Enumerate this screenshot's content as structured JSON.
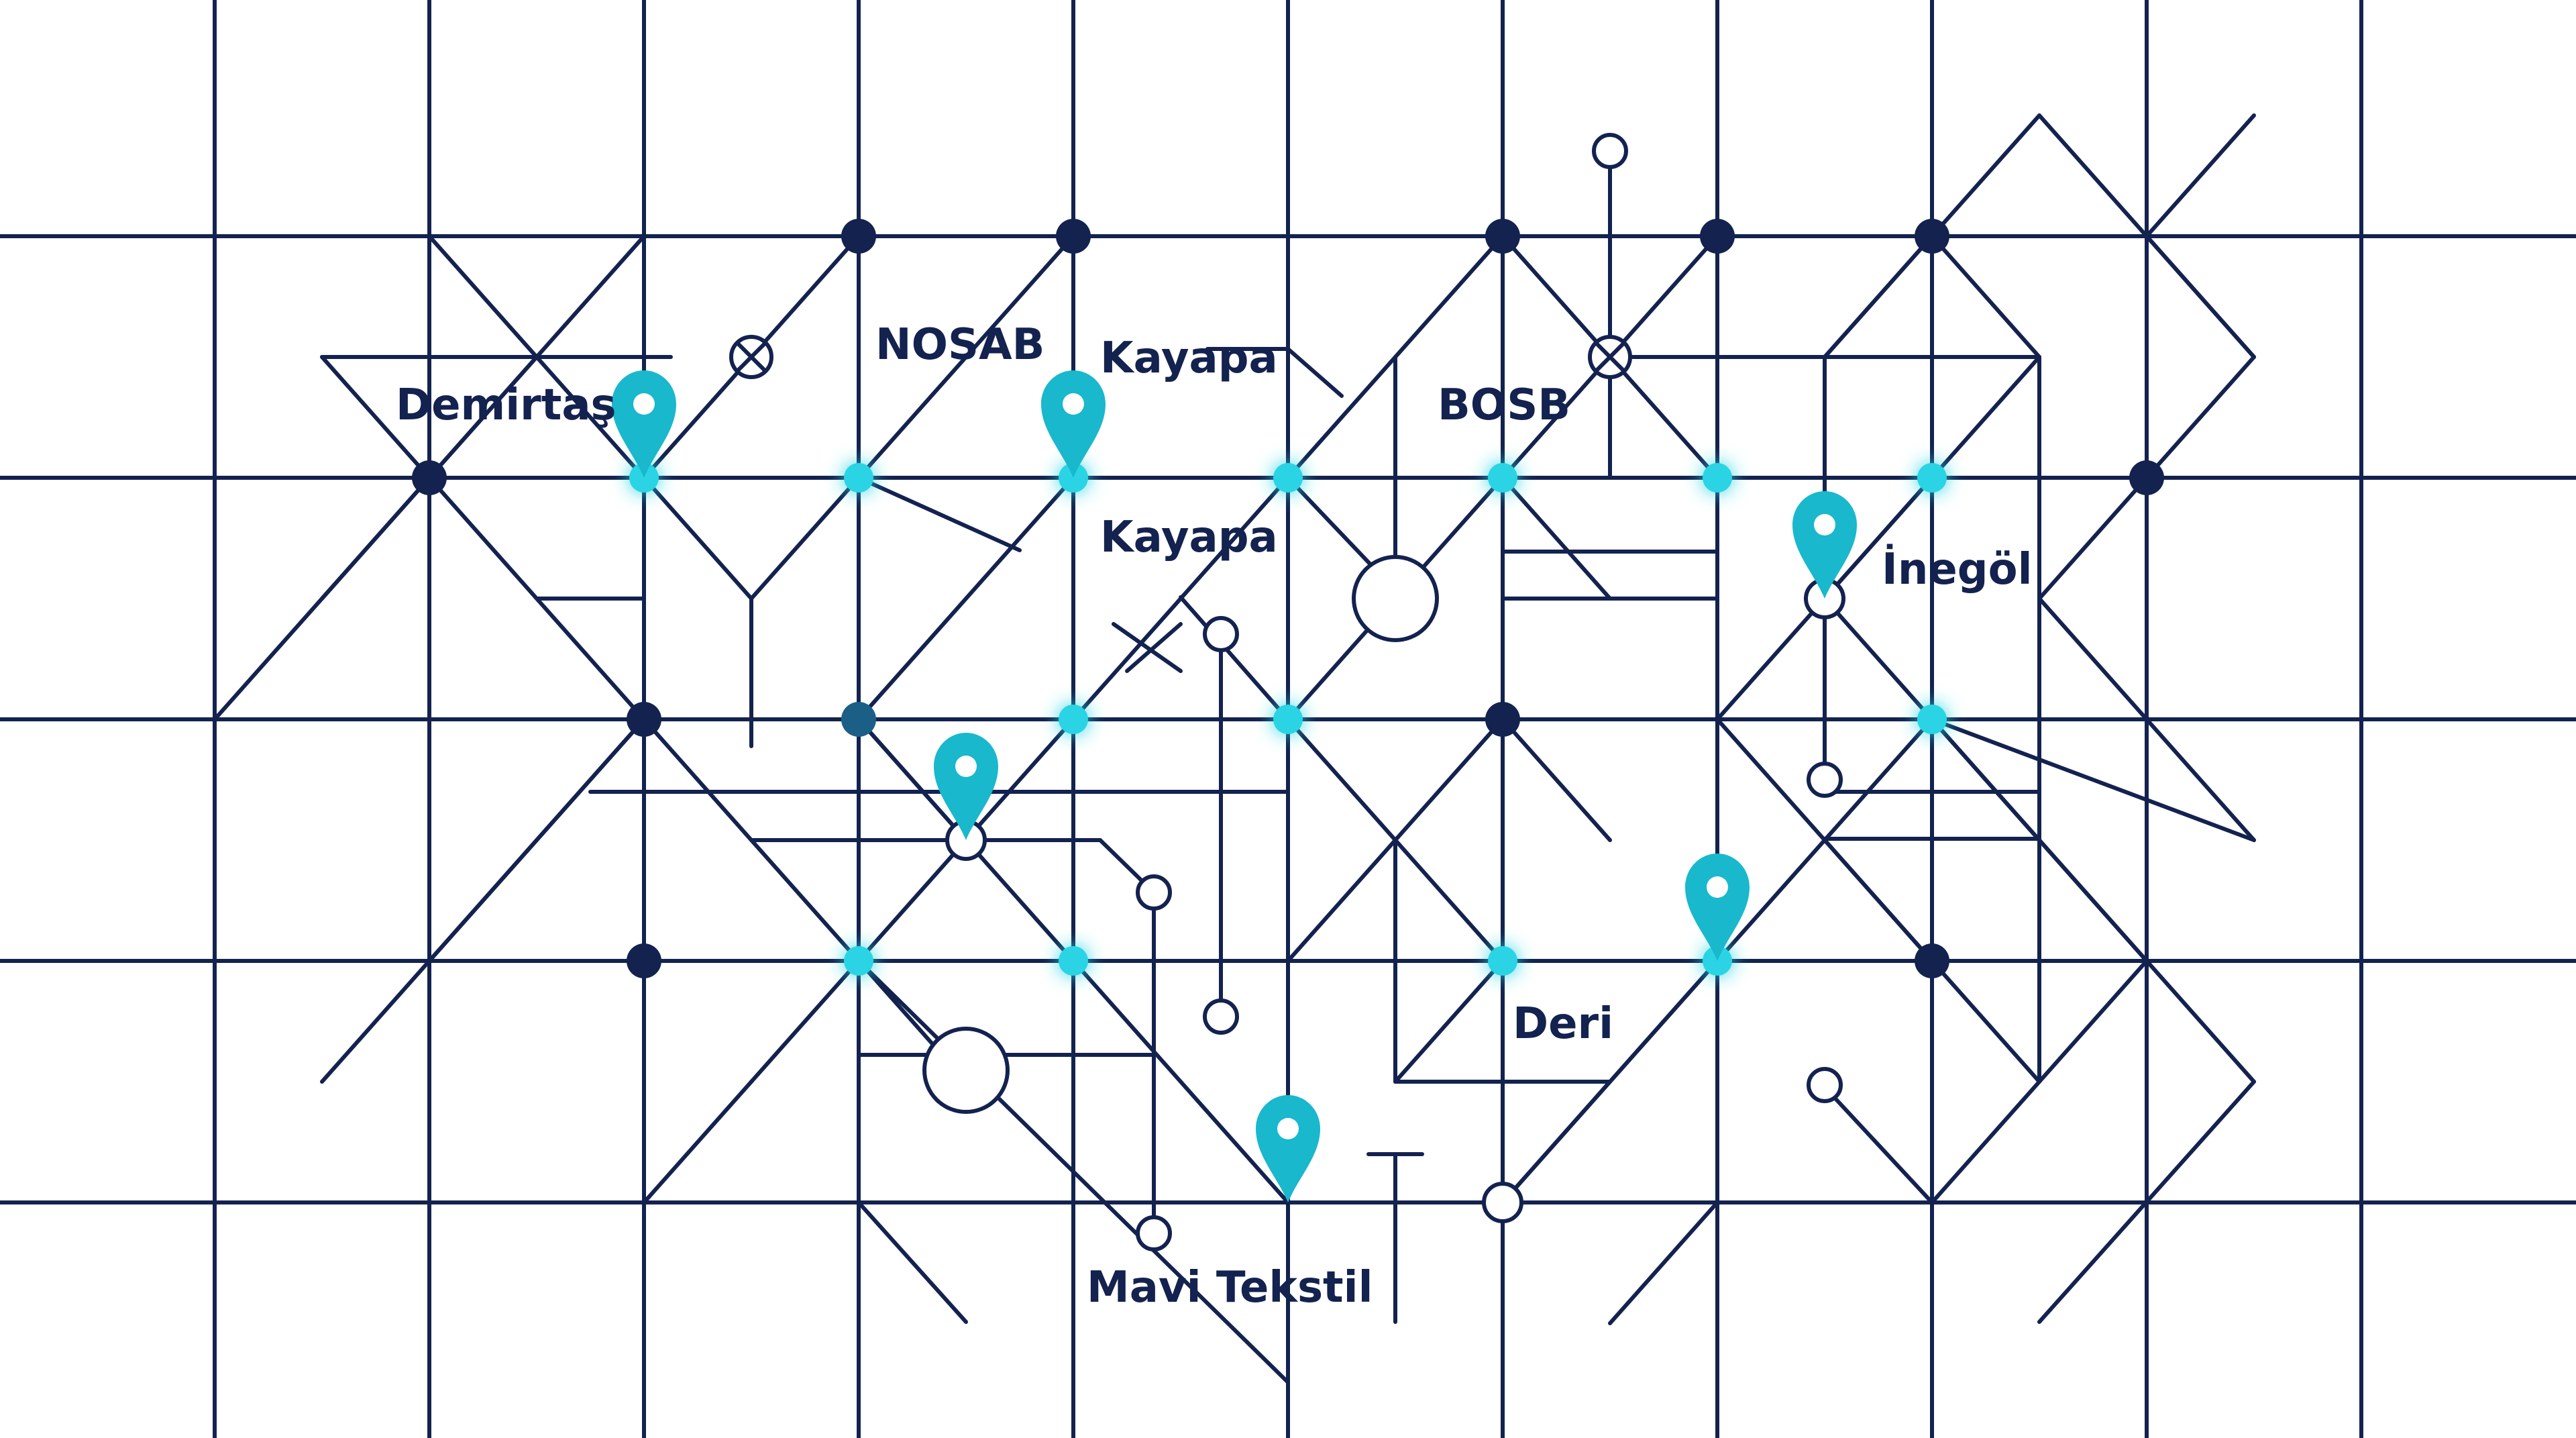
{
  "map": {
    "labels": {
      "demirtas": "Demirtaş",
      "nosab": "NOSAB",
      "kayapa_top": "Kayapa",
      "bosb": "BOSB",
      "kayapa_mid": "Kayapa",
      "inegol": "İnegöl",
      "deri": "Deri",
      "mavi_tekstil": "Mavi Tekstil"
    },
    "colors": {
      "line": "#13224f",
      "pin": "#19b8cc",
      "glow": "#2ad4e4",
      "background": "#ffffff"
    },
    "icon": "location-pin-icon"
  }
}
